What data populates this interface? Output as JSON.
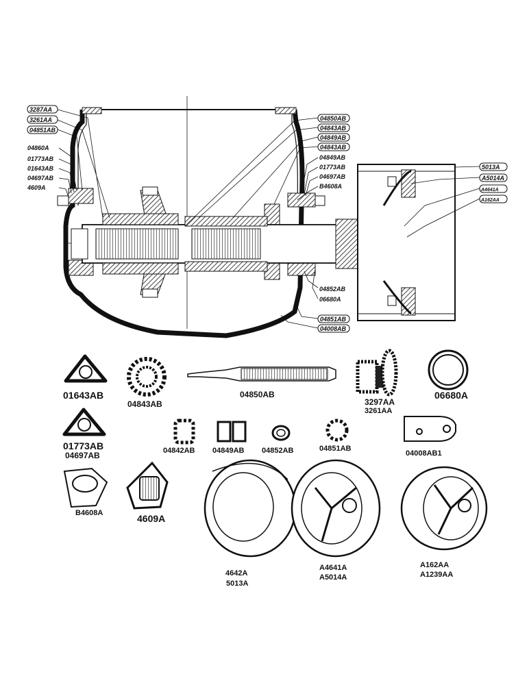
{
  "callouts_left": [
    "3287AA",
    "3261AA",
    "04851AB",
    "04860A",
    "01773AB",
    "01643AB",
    "04697AB",
    "4609A"
  ],
  "callouts_right_top": [
    "04850AB",
    "04843AB",
    "04849AB",
    "04843AB",
    "04849AB",
    "01773AB",
    "04697AB",
    "B4608A"
  ],
  "callouts_right_bottom": [
    "04852AB",
    "06680A",
    "04851AB",
    "04008AB"
  ],
  "callouts_far_right": [
    "5013A",
    "A5014A",
    "A4641A",
    "A162AA"
  ],
  "parts": {
    "p01643": "01643AB",
    "p04843": "04843AB",
    "p04850": "04850AB",
    "p3297": "3297AA",
    "p3261": "3261AA",
    "p06680": "06680A",
    "p01773": "01773AB",
    "p04697": "04697AB",
    "p04842": "04842AB",
    "p04849": "04849AB",
    "p04852": "04852AB",
    "p04851": "04851AB",
    "p04008": "04008AB1",
    "p4608": "B4608A",
    "p4609": "4609A",
    "p4642": "4642A",
    "p5013": "5013A",
    "pA4641": "A4641A",
    "pA5014": "A5014A",
    "pA162": "A162AA",
    "pA1239": "A1239AA"
  }
}
